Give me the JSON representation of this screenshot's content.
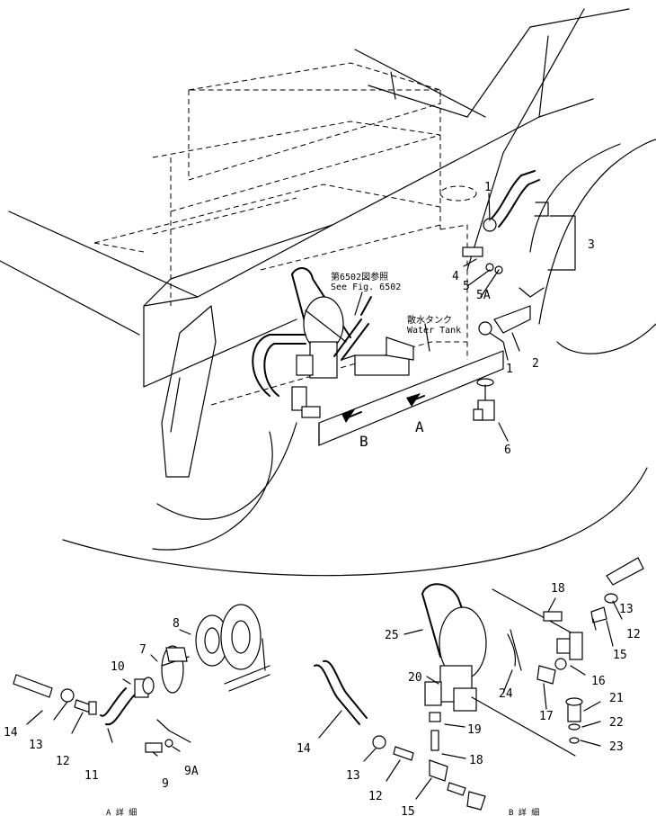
{
  "fig_ref": {
    "ja": "第6502図参照",
    "en": "See Fig. 6502"
  },
  "tank": {
    "ja": "散水タンク",
    "en": "Water Tank"
  },
  "views": {
    "a": "A",
    "b": "B"
  },
  "captions": {
    "a": "A 詳 細",
    "b": "B 詳 細"
  },
  "callouts": [
    "1",
    "3",
    "4",
    "5",
    "5A",
    "1",
    "2",
    "6",
    "8",
    "7",
    "10",
    "14",
    "13",
    "12",
    "11",
    "9",
    "9A",
    "18",
    "13",
    "12",
    "25",
    "15",
    "20",
    "24",
    "16",
    "17",
    "21",
    "22",
    "23",
    "19",
    "18",
    "14",
    "13",
    "12",
    "15"
  ]
}
